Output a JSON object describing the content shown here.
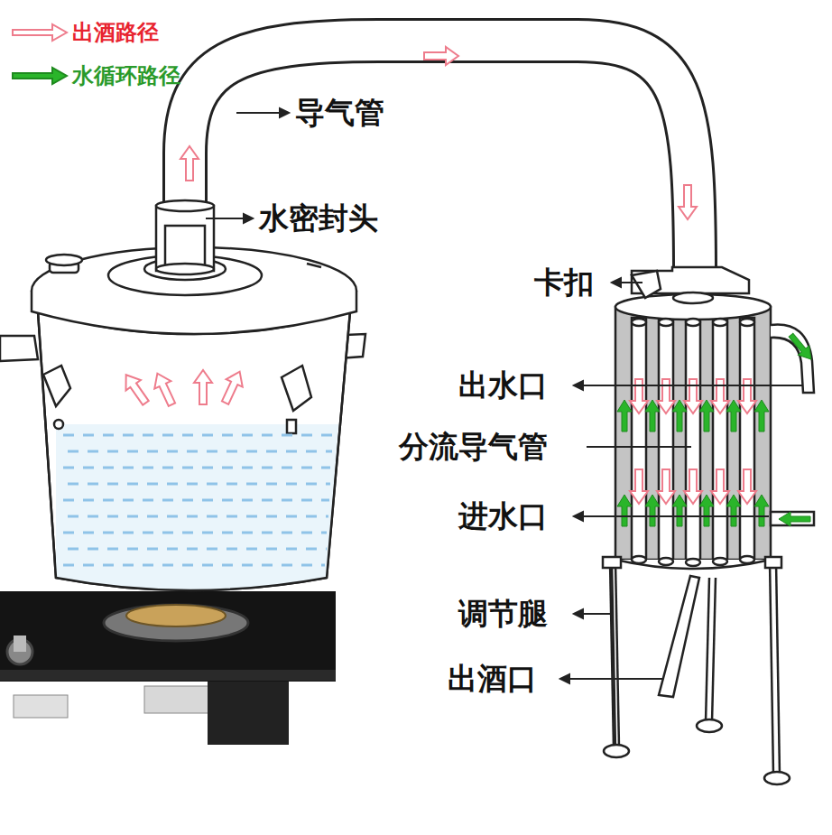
{
  "diagram": {
    "labels": [
      "导气管",
      "水密封头",
      "卡扣",
      "出水口",
      "分流导气管",
      "进水口",
      "调节腿",
      "出酒口"
    ],
    "legend": [
      {
        "text": "出酒路径"
      },
      {
        "text": "水循环路径"
      }
    ]
  }
}
